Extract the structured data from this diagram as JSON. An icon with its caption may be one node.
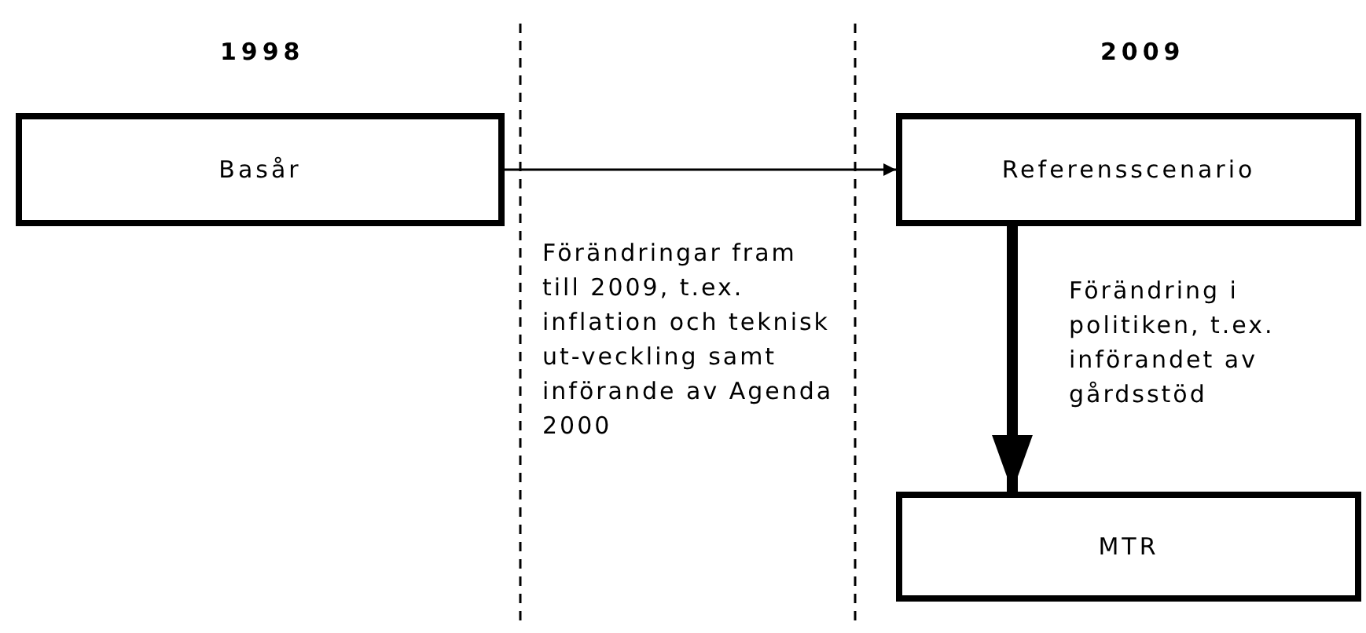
{
  "diagram": {
    "nodes": [
      {
        "text": [
          "Basår"
        ]
      },
      {
        "text": [
          "Referensscenario"
        ]
      },
      {
        "text": [
          "MTR"
        ]
      }
    ],
    "edges": [
      {
        "from": 0,
        "to": 1,
        "arrow": "to"
      },
      {
        "from": 1,
        "to": 2,
        "arrow": "to",
        "style": "thick"
      }
    ],
    "labels": [
      "1998",
      "2009",
      "Förändringar fram till 2009, t.ex. inflation och teknisk ut-veckling samt införande av Agenda 2000",
      "Förändring i politiken, t.ex. införandet av gårdsstöd"
    ]
  }
}
